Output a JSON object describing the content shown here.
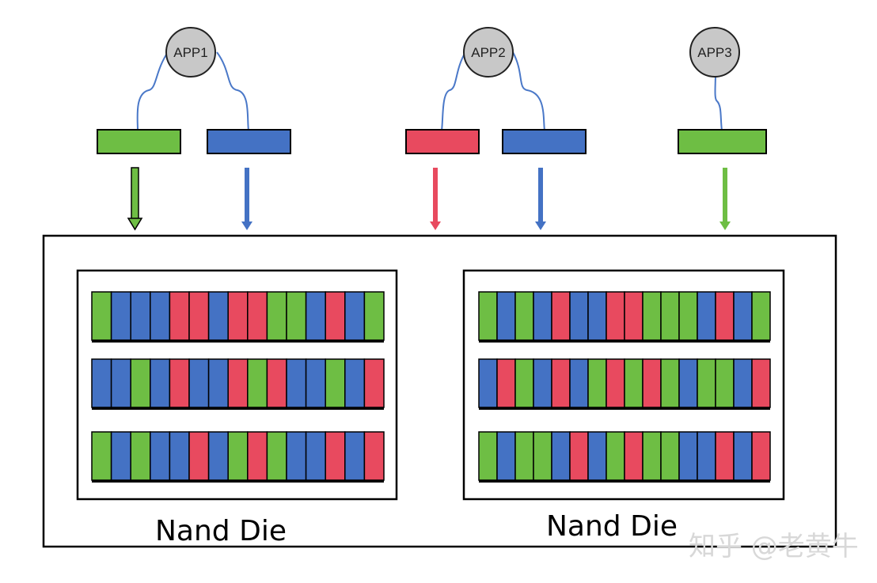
{
  "colors": {
    "green": "#6ebe44",
    "blue": "#4472c4",
    "red": "#e84a5f",
    "app_fill": "#c8c8c8",
    "connector": "#4a78c8"
  },
  "apps": [
    {
      "label": "APP1",
      "streams": [
        "green",
        "blue"
      ]
    },
    {
      "label": "APP2",
      "streams": [
        "red",
        "blue"
      ]
    },
    {
      "label": "APP3",
      "streams": [
        "green"
      ]
    }
  ],
  "dies": [
    {
      "label": "Nand Die",
      "rows": [
        [
          "green",
          "blue",
          "blue",
          "blue",
          "red",
          "red",
          "blue",
          "red",
          "red",
          "green",
          "green",
          "blue",
          "red",
          "blue",
          "green"
        ],
        [
          "blue",
          "blue",
          "green",
          "blue",
          "red",
          "blue",
          "blue",
          "red",
          "green",
          "red",
          "blue",
          "blue",
          "green",
          "blue",
          "red"
        ],
        [
          "green",
          "blue",
          "green",
          "blue",
          "blue",
          "red",
          "blue",
          "green",
          "red",
          "green",
          "blue",
          "blue",
          "red",
          "blue",
          "red"
        ]
      ]
    },
    {
      "label": "Nand Die",
      "rows": [
        [
          "green",
          "blue",
          "green",
          "blue",
          "red",
          "blue",
          "blue",
          "red",
          "red",
          "green",
          "green",
          "green",
          "blue",
          "red",
          "blue",
          "green"
        ],
        [
          "blue",
          "red",
          "green",
          "blue",
          "red",
          "blue",
          "green",
          "red",
          "green",
          "red",
          "green",
          "blue",
          "green",
          "green",
          "blue",
          "red"
        ],
        [
          "green",
          "blue",
          "green",
          "green",
          "blue",
          "red",
          "blue",
          "green",
          "red",
          "green",
          "green",
          "blue",
          "blue",
          "red",
          "blue",
          "red"
        ]
      ]
    }
  ],
  "watermark": "知乎 @老黄牛"
}
